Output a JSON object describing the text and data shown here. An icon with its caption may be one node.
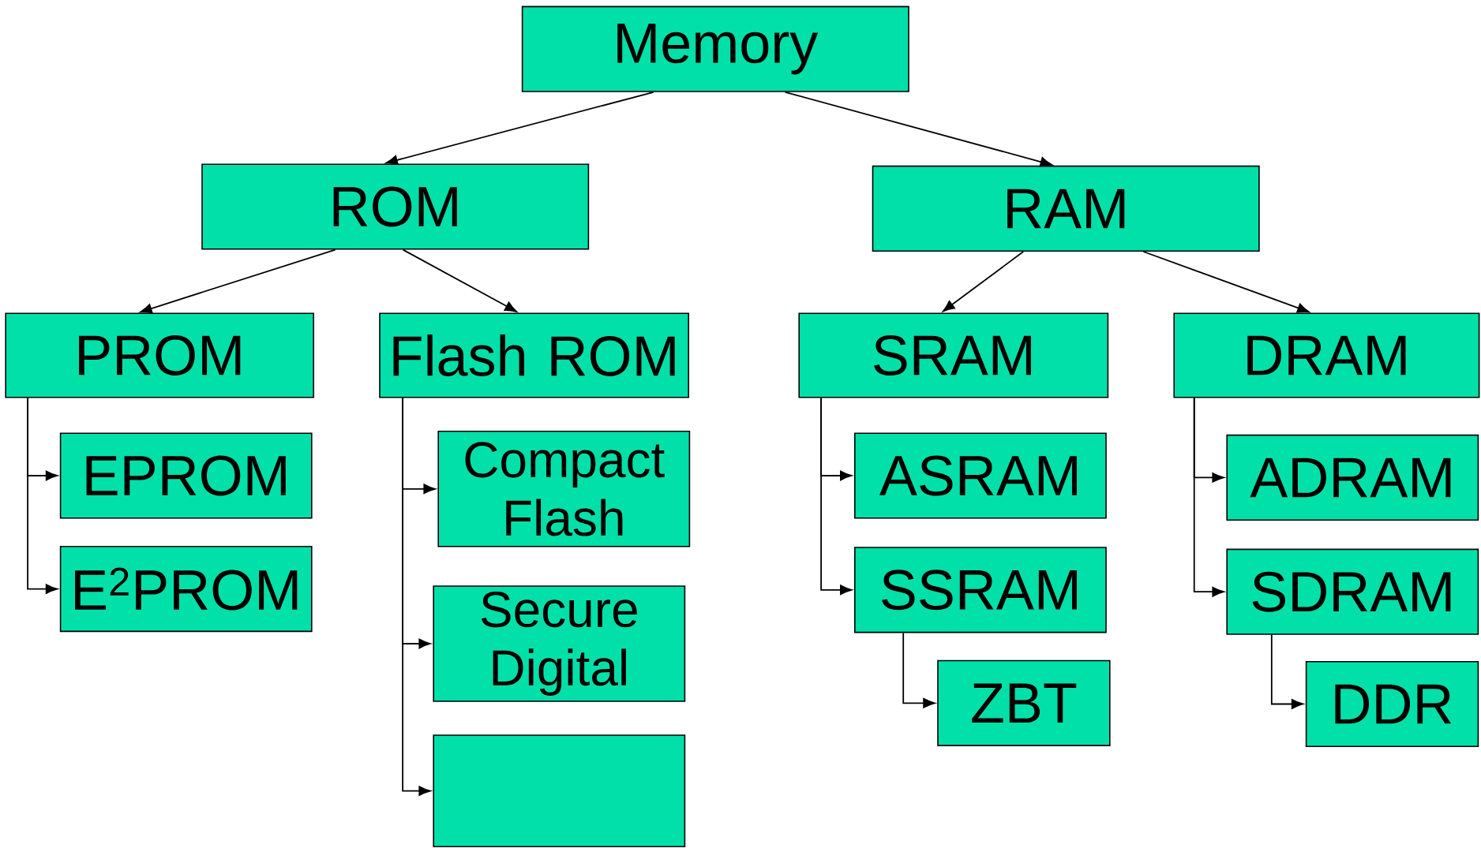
{
  "diagram": {
    "nodes": [
      {
        "text": [
          "Memory"
        ]
      },
      {
        "text": [
          "ROM"
        ]
      },
      {
        "text": [
          "RAM"
        ]
      },
      {
        "text": [
          "PROM"
        ]
      },
      {
        "text": [
          "EPROM"
        ]
      },
      {
        "text": [
          "E$^{2}$PROM"
        ]
      },
      {
        "text": [
          "Flash ROM"
        ]
      },
      {
        "text": [
          "Compact Flash"
        ]
      },
      {
        "text": [
          "Secure Digital"
        ]
      },
      {
        "text": [],
        "shape": "box"
      },
      {
        "text": [
          "SRAM"
        ]
      },
      {
        "text": [
          "ASRAM"
        ]
      },
      {
        "text": [
          "SSRAM"
        ]
      },
      {
        "text": [
          "ZBT"
        ]
      },
      {
        "text": [
          "DRAM"
        ]
      },
      {
        "text": [
          "ADRAM"
        ]
      },
      {
        "text": [
          "SDRAM"
        ]
      },
      {
        "text": [
          "DDR"
        ]
      }
    ],
    "edges": [
      {
        "from": 0,
        "to": 1,
        "arrow": "to"
      },
      {
        "from": 0,
        "to": 2,
        "arrow": "to"
      },
      {
        "from": 1,
        "to": 3,
        "arrow": "to"
      },
      {
        "from": 1,
        "to": 6,
        "arrow": "to"
      },
      {
        "from": 2,
        "to": 10,
        "arrow": "to"
      },
      {
        "from": 2,
        "to": 14,
        "arrow": "to"
      },
      {
        "from": 3,
        "to": 4,
        "arrow": "to"
      },
      {
        "from": 3,
        "to": 5,
        "arrow": "to"
      },
      {
        "from": 6,
        "to": 7,
        "arrow": "to"
      },
      {
        "from": 6,
        "to": 8,
        "arrow": "to"
      },
      {
        "from": 6,
        "to": 9,
        "arrow": "to"
      },
      {
        "from": 10,
        "to": 11,
        "arrow": "to"
      },
      {
        "from": 10,
        "to": 12,
        "arrow": "to"
      },
      {
        "from": 12,
        "to": 13,
        "arrow": "to"
      },
      {
        "from": 14,
        "to": 15,
        "arrow": "to"
      },
      {
        "from": 14,
        "to": 16,
        "arrow": "to"
      },
      {
        "from": 16,
        "to": 17,
        "arrow": "to"
      }
    ]
  }
}
